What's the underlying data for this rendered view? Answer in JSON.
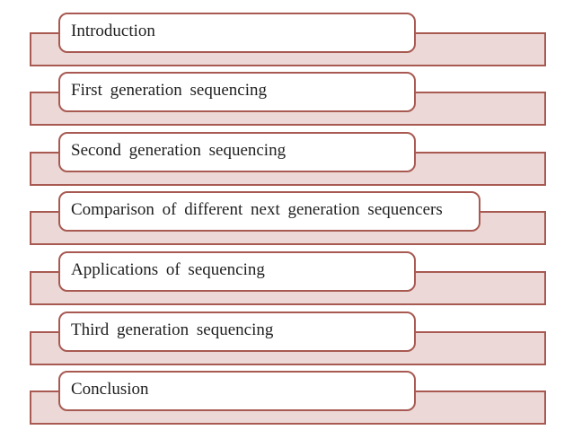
{
  "slide": {
    "background": "#ffffff",
    "kind": "smartart-vertical-box-list"
  },
  "diagram": {
    "items": [
      {
        "label": "Introduction"
      },
      {
        "label": "First generation sequencing"
      },
      {
        "label": "Second generation sequencing"
      },
      {
        "label": "Comparison of different next generation sequencers"
      },
      {
        "label": "Applications of sequencing"
      },
      {
        "label": "Third generation sequencing"
      },
      {
        "label": "Conclusion"
      }
    ],
    "colors": {
      "box_fill": "#ffffff",
      "box_border": "#a85a52",
      "bar_fill": "#ecd9d7",
      "bar_border": "#a85a52",
      "text": "#1f1f1f"
    }
  }
}
